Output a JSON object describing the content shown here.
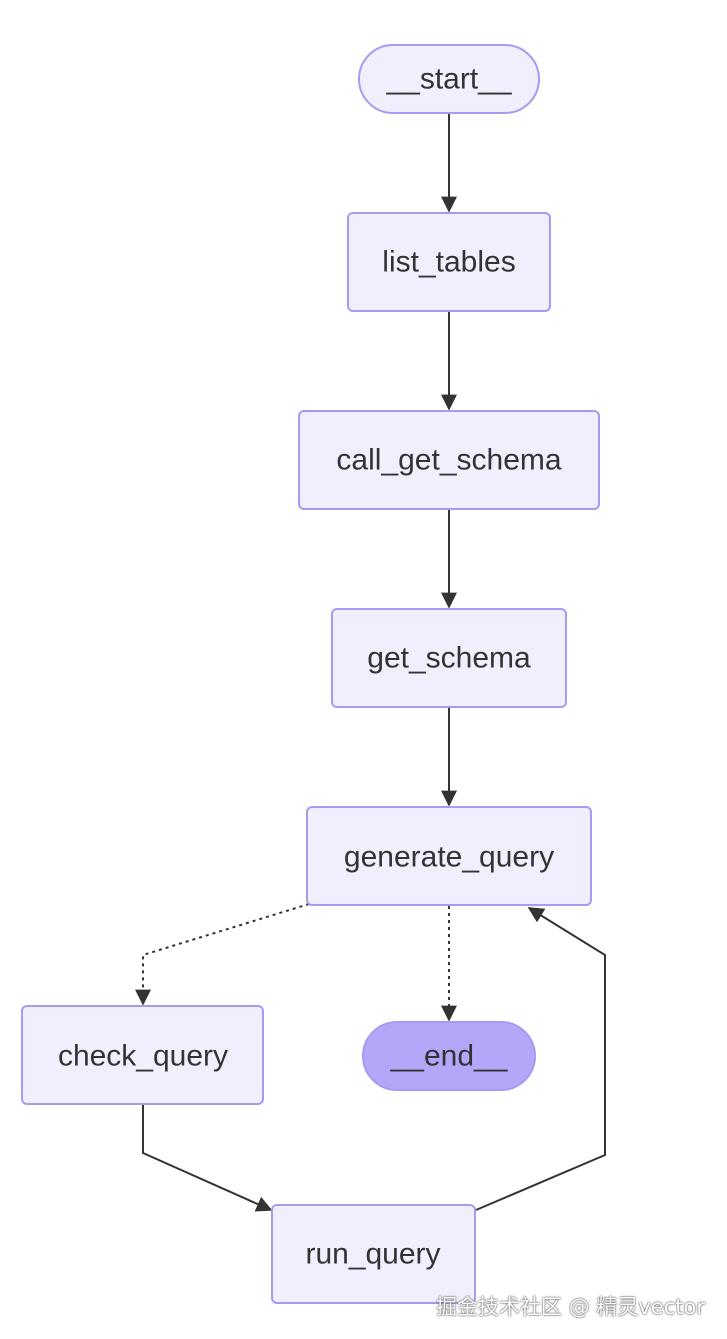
{
  "nodes": {
    "start": "__start__",
    "list_tables": "list_tables",
    "call_get_schema": "call_get_schema",
    "get_schema": "get_schema",
    "generate_query": "generate_query",
    "check_query": "check_query",
    "end": "__end__",
    "run_query": "run_query"
  },
  "colors": {
    "node_fill": "#f1effd",
    "node_border": "#a79af0",
    "end_fill": "#b3a7f9",
    "edge": "#333333",
    "text": "#333333"
  },
  "watermark": "掘金技术社区 @ 精灵vector"
}
